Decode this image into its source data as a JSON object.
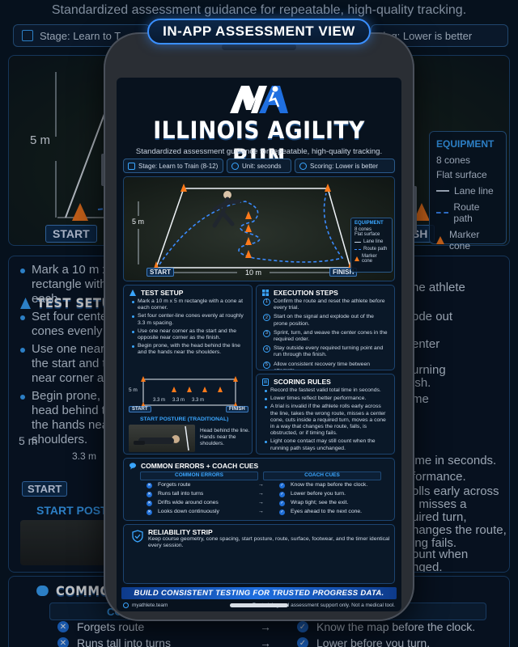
{
  "badge": "IN-APP ASSESSMENT VIEW",
  "background": {
    "subtitle": "Standardized assessment guidance for repeatable, high-quality tracking.",
    "pill_stage": "Stage: Learn to T",
    "pill_scoring": "ring: Lower is better",
    "dim_5m": "5 m",
    "start": "START",
    "finish": "ISH",
    "equipment": {
      "title": "EQUIPMENT",
      "items": [
        "8 cones",
        "Flat surface"
      ],
      "legend": [
        "Lane line",
        "Route path",
        "Marker cone"
      ]
    },
    "setup_title": "TEST SETUP",
    "setup_items": [
      "Mark a 10 m x 5 m rectangle with a cone at each",
      "Set four center-line cones evenly at roughly",
      "Use one near corner as the start and the opposite near corner as the finish.",
      "Begin prone, with the head behind the line and the hands near the shoulders."
    ],
    "dim_33": "3.3 m",
    "start2": "START",
    "posture": "START POSTU",
    "right_lines": [
      "he athlete",
      "",
      "ode out",
      "",
      "enter",
      "",
      "urning",
      "ish.",
      "",
      "me",
      "",
      "",
      "ime in seconds.",
      "formance.",
      "",
      "olls early across",
      ", misses a",
      "uired turn,",
      "hanges the route,",
      "ing fails.",
      "",
      "ount when",
      "nged."
    ],
    "errors_title": "COMMON E",
    "errors_colhdr": "COR",
    "errors_rows": [
      {
        "error": "Forgets route",
        "cue": "Know the map before the clock."
      },
      {
        "error": "Runs tall into turns",
        "cue": "Lower before you turn."
      }
    ]
  },
  "screen": {
    "title": "ILLINOIS AGILITY RUN",
    "subtitle": "Standardized assessment guidance for repeatable, high-quality tracking.",
    "pills": [
      "Stage: Learn to Train (8-12)",
      "Unit: seconds",
      "Scoring: Lower is better"
    ],
    "field": {
      "dim_5m": "5 m",
      "dim_10m": "10 m",
      "start": "START",
      "finish": "FINISH",
      "equipment_title": "EQUIPMENT",
      "equipment_items": [
        "8 cones",
        "Flat surface"
      ],
      "legend": [
        "Lane line",
        "Route path",
        "Marker cone"
      ]
    },
    "setup": {
      "title": "TEST SETUP",
      "items": [
        "Mark a 10 m x 5 m rectangle with a cone at each corner.",
        "Set four center-line cones evenly at roughly 3.3 m spacing.",
        "Use one near corner as the start and the opposite near corner as the finish.",
        "Begin prone, with the head behind the line and the hands near the shoulders."
      ],
      "diagram": {
        "dim_5m": "5 m",
        "spacing": [
          "3.3 m",
          "3.3 m",
          "3.3 m"
        ],
        "start": "START",
        "finish": "FINISH"
      },
      "posture_title": "START POSTURE (TRADITIONAL)",
      "posture_text": "Head behind the line. Hands near the shoulders."
    },
    "execution": {
      "title": "EXECUTION STEPS",
      "steps": [
        "Confirm the route and reset the athlete before every trial.",
        "Start on the signal and explode out of the prone position.",
        "Sprint, turn, and weave the center cones in the required order.",
        "Stay outside every required turning point and run through the finish.",
        "Allow consistent recovery time between attempts."
      ]
    },
    "scoring": {
      "title": "SCORING RULES",
      "items": [
        "Record the fastest valid total time in seconds.",
        "Lower times reflect better performance.",
        "A trial is invalid if the athlete rolls early across the line, takes the wrong route, misses a center cone, cuts inside a required turn, moves a cone in a way that changes the route, falls, is obstructed, or if timing fails.",
        "Light cone contact may still count when the running path stays unchanged."
      ]
    },
    "errors": {
      "title": "COMMON ERRORS + COACH CUES",
      "col_errors": "COMMON ERRORS",
      "col_cues": "COACH CUES",
      "rows": [
        {
          "error": "Forgets route",
          "cue": "Know the map before the clock."
        },
        {
          "error": "Runs tall into turns",
          "cue": "Lower before you turn."
        },
        {
          "error": "Drifts wide around cones",
          "cue": "Wrap tight; see the exit."
        },
        {
          "error": "Looks down continuously",
          "cue": "Eyes ahead to the next cone."
        }
      ],
      "arrow": "→"
    },
    "reliability": {
      "title": "RELIABILITY STRIP",
      "text": "Keep course geometry, cone spacing, start posture, route, surface, footwear, and the timer identical every session."
    },
    "banner": "BUILD CONSISTENT TESTING FOR TRUSTED PROGRESS DATA.",
    "footer": {
      "site": "myathlete.team",
      "disclaimer": "For training and assessment support only. Not a medical tool."
    }
  },
  "colors": {
    "accent": "#3aa6ff",
    "cone": "#ff7a1a",
    "background": "#07131f",
    "banner": "#1f6fe0"
  }
}
